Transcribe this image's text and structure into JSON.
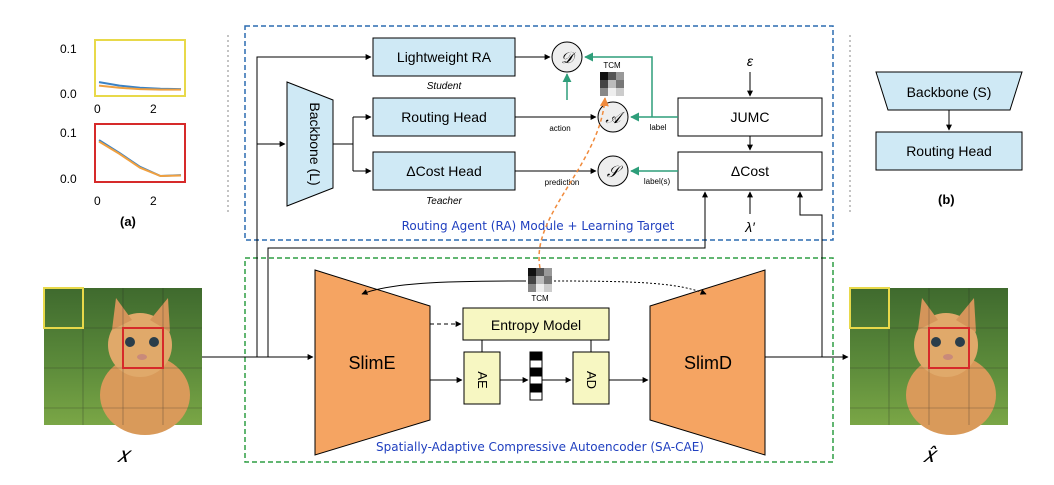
{
  "panel_a": {
    "caption": "(a)",
    "plot_top": {
      "border_color": "#e8d94a",
      "y_ticks": [
        "0.1",
        "0.0"
      ],
      "x_ticks": [
        "0",
        "2"
      ],
      "series": [
        {
          "color": "#3b82c4",
          "values": [
            0.018,
            0.01,
            0.005,
            0.003,
            0.002
          ]
        },
        {
          "color": "#f0a040",
          "values": [
            0.01,
            0.005,
            0.002,
            0.001,
            0.001
          ]
        }
      ]
    },
    "plot_bottom": {
      "border_color": "#d62a2a",
      "y_ticks": [
        "0.1",
        "0.0"
      ],
      "x_ticks": [
        "0",
        "2"
      ],
      "series": [
        {
          "color": "#3b82c4",
          "values": [
            0.078,
            0.05,
            0.02,
            0.0,
            0.002
          ]
        },
        {
          "color": "#f0a040",
          "values": [
            0.075,
            0.048,
            0.018,
            0.0,
            0.001
          ]
        }
      ]
    }
  },
  "panel_b": {
    "caption": "(b)",
    "backbone": "Backbone (S)",
    "routing_head": "Routing Head"
  },
  "ra_module": {
    "title": "Routing Agent (RA) Module + Learning Target",
    "lightweight_ra": "Lightweight RA",
    "student": "Student",
    "teacher": "Teacher",
    "backbone": "Backbone (L)",
    "routing_head": "Routing Head",
    "delta_cost_head": "ΔCost Head",
    "jumc": "JUMC",
    "delta_cost": "ΔCost",
    "epsilon": "ε",
    "lambda": "λ′",
    "sym_D": "𝒟",
    "sym_A": "𝒜",
    "sym_S": "𝒮",
    "action": "action",
    "prediction": "prediction",
    "label": "label",
    "labels": "label(s)",
    "tcm": "TCM"
  },
  "sa_cae": {
    "title": "Spatially-Adaptive Compressive Autoencoder (SA-CAE)",
    "slim_e": "SlimE",
    "slim_d": "SlimD",
    "entropy_model": "Entropy Model",
    "ae": "AE",
    "ad": "AD",
    "tcm": "TCM"
  },
  "input_symbol": "𝑥",
  "output_symbol": "𝑥̂",
  "colors": {
    "box_blue": "#cfe9f5",
    "box_yellow": "#f7f7c2",
    "orange": "#f5a462",
    "ra_border": "#2b6cb0",
    "sacae_border": "#2e9e44",
    "teal_arrow": "#2e9e7a",
    "dashed_orange": "#f08a3c"
  },
  "icons": {
    "tcm_matrix": "grayscale-matrix-icon",
    "latent_bar": "binary-column-icon",
    "input_image": "kitten-photo",
    "output_image": "kitten-photo"
  }
}
